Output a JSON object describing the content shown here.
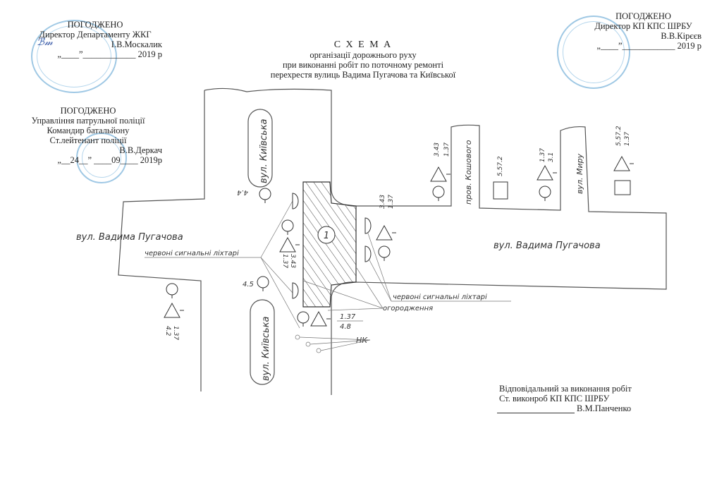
{
  "approvals": {
    "top_left": {
      "title": "ПОГОДЖЕНО",
      "line1": "Директор Департаменту ЖКГ",
      "name": "І.В.Москалик",
      "date": "„____”____________ 2019 р"
    },
    "police": {
      "title": "ПОГОДЖЕНО",
      "line1": "Управління патрульної поліції",
      "line2": "Командир батальйону",
      "line3": "Ст.лейтенант поліції",
      "name": "В.В.Деркач",
      "date": "„__24__” ____09____ 2019р"
    },
    "top_right": {
      "title": "ПОГОДЖЕНО",
      "line1": "Директор  КП КПС ШРБУ",
      "name": "В.В.Кірєєв",
      "date": "„____”____________ 2019 р"
    }
  },
  "title": {
    "main": "С Х Е М А",
    "line1": "організації дорожнього руху",
    "line2": "при виконанні робіт по поточному ремонті",
    "line3": "перехрестя вулиць Вадима Пугачова та Київської"
  },
  "diagram": {
    "street_kyivska_top": "вул. Київська",
    "street_kyivska_bottom": "вул. Київська",
    "street_pugachova_left": "вул. Вадима Пугачова",
    "street_pugachova_right": "вул. Вадима Пугачова",
    "street_koshovoho": "пров. Кошового",
    "street_myru": "вул. Миру",
    "label_red_lights_left": "червоні сигнальні ліхтарі",
    "label_red_lights_right": "червоні сигнальні ліхтарі",
    "label_fencing": "огородження",
    "label_nk": "НК",
    "work_zone": "1",
    "sign_44": "4.4",
    "sign_45": "4.5",
    "sign_left_a": "4.2",
    "sign_left_b": "1.37",
    "sign_center_a": "3.43",
    "sign_center_b": "1.37",
    "sign_bottom_a": "1.37",
    "sign_bottom_b": "4.8",
    "sign_right1_a": "3.43",
    "sign_right1_b": "1.37",
    "sign_koshovoho_a": "3.43",
    "sign_koshovoho_b": "1.37",
    "sign_koshovoho_table": "5.57.2",
    "sign_mid_a": "1.37",
    "sign_mid_b": "3.1",
    "sign_myru_a": "5.57.2",
    "sign_myru_b": "1.37"
  },
  "responsible": {
    "line1": "Відповідальний за виконання робіт",
    "line2": "Ст. виконроб КП КПС ШРБУ",
    "name": "В.М.Панченко"
  }
}
